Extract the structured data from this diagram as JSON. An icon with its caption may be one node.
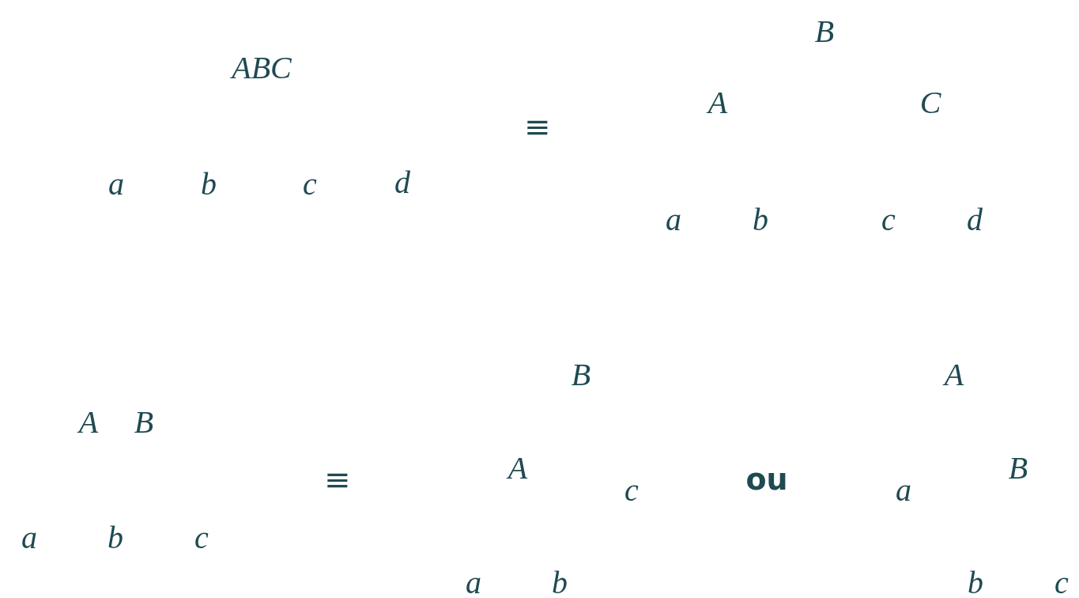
{
  "diagram": {
    "labels": [
      "B",
      "ABC",
      "A",
      "C",
      "≡",
      "a",
      "b",
      "c",
      "d",
      "a",
      "b",
      "c",
      "d",
      "B",
      "A",
      "A",
      "B",
      "A",
      "B",
      "≡",
      "ou",
      "c",
      "a",
      "a",
      "b",
      "c",
      "a",
      "b",
      "b",
      "c"
    ]
  }
}
